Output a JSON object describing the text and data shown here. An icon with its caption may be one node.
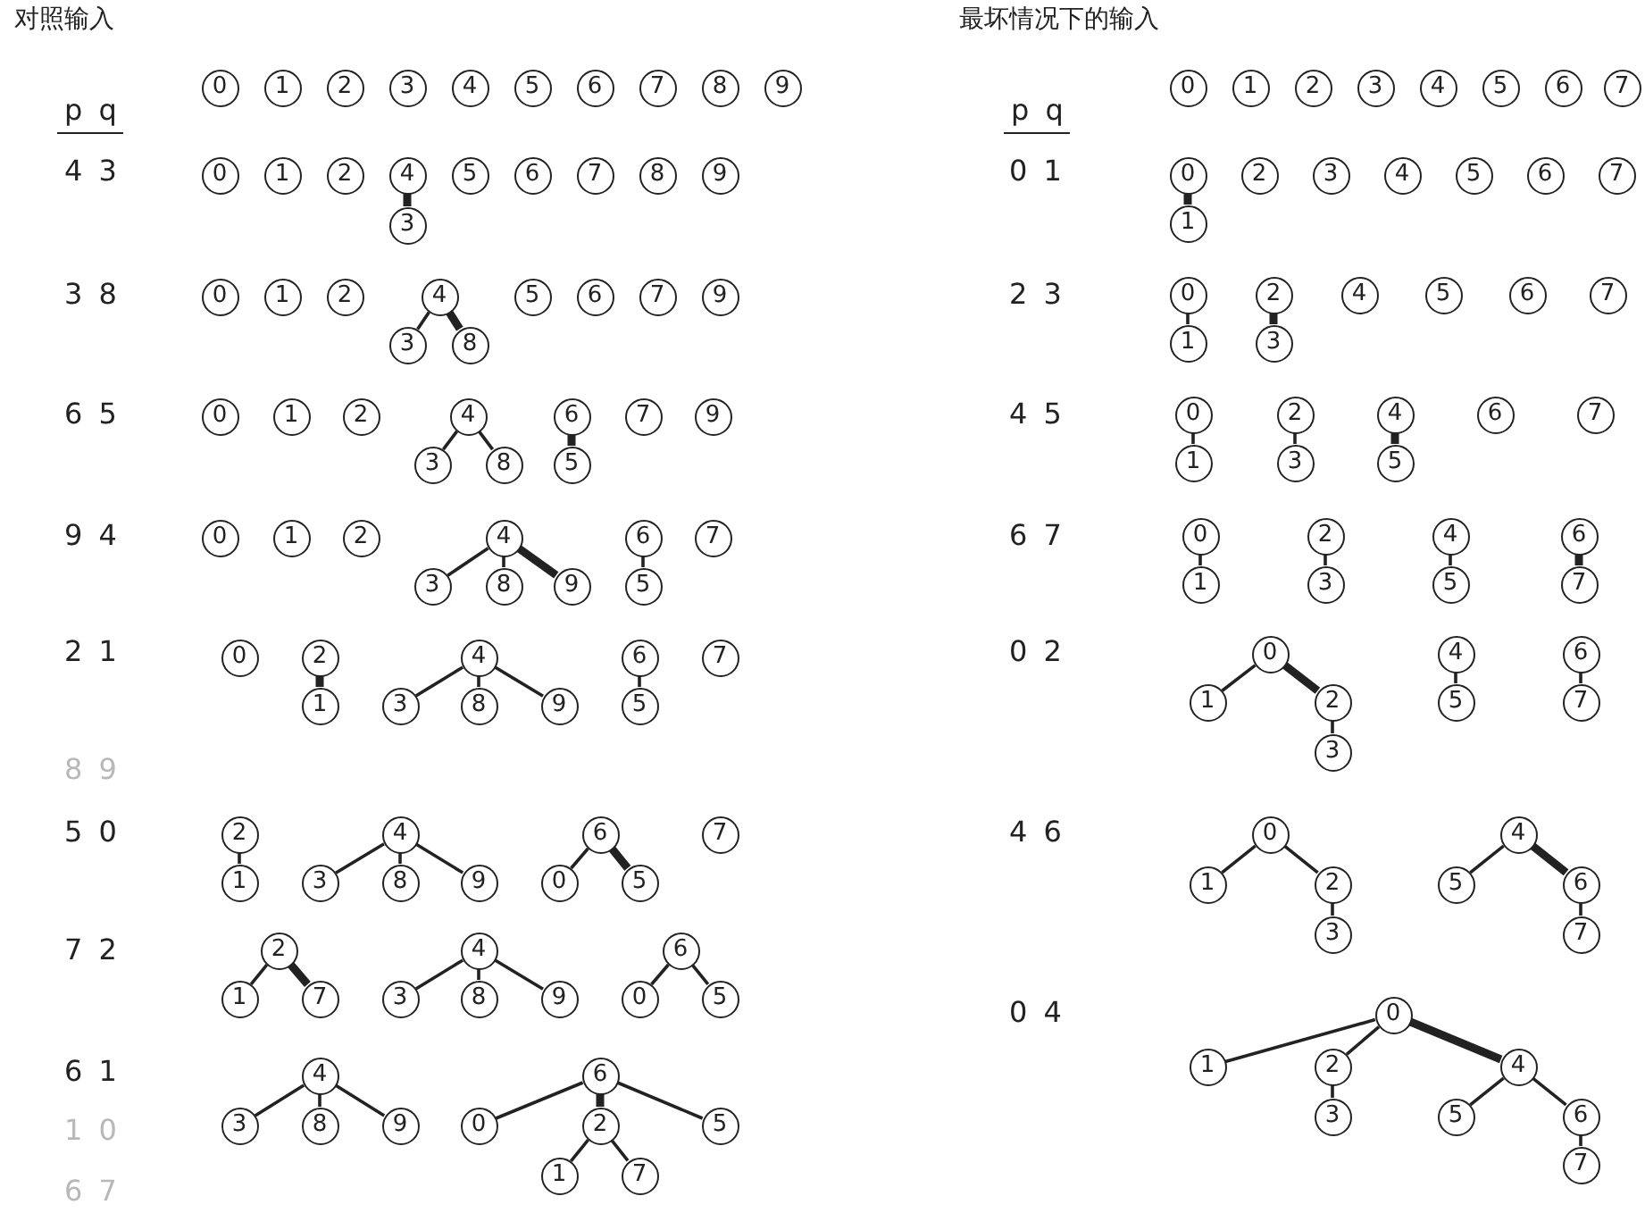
{
  "diagram": {
    "nodes": [
      {
        "text": [
          "0"
        ]
      },
      {
        "text": [
          "1"
        ]
      },
      {
        "text": [
          "2"
        ]
      },
      {
        "text": [
          "3"
        ]
      },
      {
        "text": [
          "4"
        ]
      },
      {
        "text": [
          "5"
        ]
      },
      {
        "text": [
          "6"
        ]
      },
      {
        "text": [
          "7"
        ]
      },
      {
        "text": [
          "8"
        ]
      },
      {
        "text": [
          "9"
        ]
      },
      {
        "text": [
          "0"
        ]
      },
      {
        "text": [
          "1"
        ]
      },
      {
        "text": [
          "2"
        ]
      },
      {
        "text": [
          "4"
        ]
      },
      {
        "text": [
          "5"
        ]
      },
      {
        "text": [
          "6"
        ]
      },
      {
        "text": [
          "7"
        ]
      },
      {
        "text": [
          "8"
        ]
      },
      {
        "text": [
          "9"
        ]
      },
      {
        "text": [
          "3"
        ]
      },
      {
        "text": [
          "0"
        ]
      },
      {
        "text": [
          "1"
        ]
      },
      {
        "text": [
          "2"
        ]
      },
      {
        "text": [
          "4"
        ]
      },
      {
        "text": [
          "5"
        ]
      },
      {
        "text": [
          "6"
        ]
      },
      {
        "text": [
          "7"
        ]
      },
      {
        "text": [
          "9"
        ]
      },
      {
        "text": [
          "3"
        ]
      },
      {
        "text": [
          "8"
        ]
      },
      {
        "text": [
          "0"
        ]
      },
      {
        "text": [
          "1"
        ]
      },
      {
        "text": [
          "2"
        ]
      },
      {
        "text": [
          "4"
        ]
      },
      {
        "text": [
          "6"
        ]
      },
      {
        "text": [
          "7"
        ]
      },
      {
        "text": [
          "9"
        ]
      },
      {
        "text": [
          "3"
        ]
      },
      {
        "text": [
          "8"
        ]
      },
      {
        "text": [
          "5"
        ]
      },
      {
        "text": [
          "0"
        ]
      },
      {
        "text": [
          "1"
        ]
      },
      {
        "text": [
          "2"
        ]
      },
      {
        "text": [
          "4"
        ]
      },
      {
        "text": [
          "6"
        ]
      },
      {
        "text": [
          "7"
        ]
      },
      {
        "text": [
          "3"
        ]
      },
      {
        "text": [
          "8"
        ]
      },
      {
        "text": [
          "9"
        ]
      },
      {
        "text": [
          "5"
        ]
      },
      {
        "text": [
          "0"
        ]
      },
      {
        "text": [
          "2"
        ]
      },
      {
        "text": [
          "4"
        ]
      },
      {
        "text": [
          "6"
        ]
      },
      {
        "text": [
          "7"
        ]
      },
      {
        "text": [
          "1"
        ]
      },
      {
        "text": [
          "3"
        ]
      },
      {
        "text": [
          "8"
        ]
      },
      {
        "text": [
          "9"
        ]
      },
      {
        "text": [
          "5"
        ]
      },
      {
        "text": [
          "2"
        ]
      },
      {
        "text": [
          "4"
        ]
      },
      {
        "text": [
          "6"
        ]
      },
      {
        "text": [
          "7"
        ]
      },
      {
        "text": [
          "1"
        ]
      },
      {
        "text": [
          "3"
        ]
      },
      {
        "text": [
          "8"
        ]
      },
      {
        "text": [
          "9"
        ]
      },
      {
        "text": [
          "0"
        ]
      },
      {
        "text": [
          "5"
        ]
      },
      {
        "text": [
          "2"
        ]
      },
      {
        "text": [
          "4"
        ]
      },
      {
        "text": [
          "6"
        ]
      },
      {
        "text": [
          "1"
        ]
      },
      {
        "text": [
          "7"
        ]
      },
      {
        "text": [
          "3"
        ]
      },
      {
        "text": [
          "8"
        ]
      },
      {
        "text": [
          "9"
        ]
      },
      {
        "text": [
          "0"
        ]
      },
      {
        "text": [
          "5"
        ]
      },
      {
        "text": [
          "4"
        ]
      },
      {
        "text": [
          "6"
        ]
      },
      {
        "text": [
          "3"
        ]
      },
      {
        "text": [
          "8"
        ]
      },
      {
        "text": [
          "9"
        ]
      },
      {
        "text": [
          "0"
        ]
      },
      {
        "text": [
          "2"
        ]
      },
      {
        "text": [
          "5"
        ]
      },
      {
        "text": [
          "1"
        ]
      },
      {
        "text": [
          "7"
        ]
      },
      {
        "text": [
          "0"
        ]
      },
      {
        "text": [
          "1"
        ]
      },
      {
        "text": [
          "2"
        ]
      },
      {
        "text": [
          "3"
        ]
      },
      {
        "text": [
          "4"
        ]
      },
      {
        "text": [
          "5"
        ]
      },
      {
        "text": [
          "6"
        ]
      },
      {
        "text": [
          "7"
        ]
      },
      {
        "text": [
          "0"
        ]
      },
      {
        "text": [
          "2"
        ]
      },
      {
        "text": [
          "3"
        ]
      },
      {
        "text": [
          "4"
        ]
      },
      {
        "text": [
          "5"
        ]
      },
      {
        "text": [
          "6"
        ]
      },
      {
        "text": [
          "7"
        ]
      },
      {
        "text": [
          "1"
        ]
      },
      {
        "text": [
          "0"
        ]
      },
      {
        "text": [
          "2"
        ]
      },
      {
        "text": [
          "4"
        ]
      },
      {
        "text": [
          "5"
        ]
      },
      {
        "text": [
          "6"
        ]
      },
      {
        "text": [
          "7"
        ]
      },
      {
        "text": [
          "1"
        ]
      },
      {
        "text": [
          "3"
        ]
      },
      {
        "text": [
          "0"
        ]
      },
      {
        "text": [
          "2"
        ]
      },
      {
        "text": [
          "4"
        ]
      },
      {
        "text": [
          "6"
        ]
      },
      {
        "text": [
          "7"
        ]
      },
      {
        "text": [
          "1"
        ]
      },
      {
        "text": [
          "3"
        ]
      },
      {
        "text": [
          "5"
        ]
      },
      {
        "text": [
          "0"
        ]
      },
      {
        "text": [
          "2"
        ]
      },
      {
        "text": [
          "4"
        ]
      },
      {
        "text": [
          "6"
        ]
      },
      {
        "text": [
          "1"
        ]
      },
      {
        "text": [
          "3"
        ]
      },
      {
        "text": [
          "5"
        ]
      },
      {
        "text": [
          "7"
        ]
      },
      {
        "text": [
          "0"
        ]
      },
      {
        "text": [
          "4"
        ]
      },
      {
        "text": [
          "6"
        ]
      },
      {
        "text": [
          "1"
        ]
      },
      {
        "text": [
          "2"
        ]
      },
      {
        "text": [
          "5"
        ]
      },
      {
        "text": [
          "7"
        ]
      },
      {
        "text": [
          "3"
        ]
      },
      {
        "text": [
          "0"
        ]
      },
      {
        "text": [
          "4"
        ]
      },
      {
        "text": [
          "1"
        ]
      },
      {
        "text": [
          "2"
        ]
      },
      {
        "text": [
          "5"
        ]
      },
      {
        "text": [
          "6"
        ]
      },
      {
        "text": [
          "3"
        ]
      },
      {
        "text": [
          "7"
        ]
      },
      {
        "text": [
          "0"
        ]
      },
      {
        "text": [
          "1"
        ]
      },
      {
        "text": [
          "2"
        ]
      },
      {
        "text": [
          "4"
        ]
      },
      {
        "text": [
          "3"
        ]
      },
      {
        "text": [
          "5"
        ]
      },
      {
        "text": [
          "6"
        ]
      },
      {
        "text": [
          "7"
        ]
      }
    ],
    "edges": [
      {
        "from": 13,
        "to": 19,
        "arrow": "none",
        "style": "thick"
      },
      {
        "from": 23,
        "to": 28,
        "arrow": "none"
      },
      {
        "from": 23,
        "to": 29,
        "arrow": "none",
        "style": "thick"
      },
      {
        "from": 33,
        "to": 37,
        "arrow": "none"
      },
      {
        "from": 33,
        "to": 38,
        "arrow": "none"
      },
      {
        "from": 34,
        "to": 39,
        "arrow": "none",
        "style": "thick"
      },
      {
        "from": 43,
        "to": 46,
        "arrow": "none"
      },
      {
        "from": 43,
        "to": 47,
        "arrow": "none"
      },
      {
        "from": 43,
        "to": 48,
        "arrow": "none",
        "style": "thick"
      },
      {
        "from": 44,
        "to": 49,
        "arrow": "none"
      },
      {
        "from": 51,
        "to": 55,
        "arrow": "none",
        "style": "thick"
      },
      {
        "from": 52,
        "to": 56,
        "arrow": "none"
      },
      {
        "from": 52,
        "to": 57,
        "arrow": "none"
      },
      {
        "from": 52,
        "to": 58,
        "arrow": "none"
      },
      {
        "from": 53,
        "to": 59,
        "arrow": "none"
      },
      {
        "from": 60,
        "to": 64,
        "arrow": "none"
      },
      {
        "from": 61,
        "to": 65,
        "arrow": "none"
      },
      {
        "from": 61,
        "to": 66,
        "arrow": "none"
      },
      {
        "from": 61,
        "to": 67,
        "arrow": "none"
      },
      {
        "from": 62,
        "to": 68,
        "arrow": "none"
      },
      {
        "from": 62,
        "to": 69,
        "arrow": "none",
        "style": "thick"
      },
      {
        "from": 70,
        "to": 73,
        "arrow": "none"
      },
      {
        "from": 70,
        "to": 74,
        "arrow": "none",
        "style": "thick"
      },
      {
        "from": 71,
        "to": 75,
        "arrow": "none"
      },
      {
        "from": 71,
        "to": 76,
        "arrow": "none"
      },
      {
        "from": 71,
        "to": 77,
        "arrow": "none"
      },
      {
        "from": 72,
        "to": 78,
        "arrow": "none"
      },
      {
        "from": 72,
        "to": 79,
        "arrow": "none"
      },
      {
        "from": 80,
        "to": 82,
        "arrow": "none"
      },
      {
        "from": 80,
        "to": 83,
        "arrow": "none"
      },
      {
        "from": 80,
        "to": 84,
        "arrow": "none"
      },
      {
        "from": 81,
        "to": 85,
        "arrow": "none"
      },
      {
        "from": 81,
        "to": 86,
        "arrow": "none",
        "style": "thick"
      },
      {
        "from": 81,
        "to": 87,
        "arrow": "none"
      },
      {
        "from": 86,
        "to": 88,
        "arrow": "none"
      },
      {
        "from": 86,
        "to": 89,
        "arrow": "none"
      },
      {
        "from": 98,
        "to": 105,
        "arrow": "none",
        "style": "thick"
      },
      {
        "from": 106,
        "to": 112,
        "arrow": "none"
      },
      {
        "from": 107,
        "to": 113,
        "arrow": "none",
        "style": "thick"
      },
      {
        "from": 114,
        "to": 119,
        "arrow": "none"
      },
      {
        "from": 115,
        "to": 120,
        "arrow": "none"
      },
      {
        "from": 116,
        "to": 121,
        "arrow": "none",
        "style": "thick"
      },
      {
        "from": 122,
        "to": 126,
        "arrow": "none"
      },
      {
        "from": 123,
        "to": 127,
        "arrow": "none"
      },
      {
        "from": 124,
        "to": 128,
        "arrow": "none"
      },
      {
        "from": 125,
        "to": 129,
        "arrow": "none",
        "style": "thick"
      },
      {
        "from": 130,
        "to": 133,
        "arrow": "none"
      },
      {
        "from": 130,
        "to": 134,
        "arrow": "none",
        "style": "thick"
      },
      {
        "from": 131,
        "to": 135,
        "arrow": "none"
      },
      {
        "from": 132,
        "to": 136,
        "arrow": "none"
      },
      {
        "from": 134,
        "to": 137,
        "arrow": "none"
      },
      {
        "from": 138,
        "to": 140,
        "arrow": "none"
      },
      {
        "from": 138,
        "to": 141,
        "arrow": "none"
      },
      {
        "from": 139,
        "to": 142,
        "arrow": "none"
      },
      {
        "from": 139,
        "to": 143,
        "arrow": "none",
        "style": "thick"
      },
      {
        "from": 141,
        "to": 144,
        "arrow": "none"
      },
      {
        "from": 143,
        "to": 145,
        "arrow": "none"
      },
      {
        "from": 146,
        "to": 147,
        "arrow": "none"
      },
      {
        "from": 146,
        "to": 148,
        "arrow": "none"
      },
      {
        "from": 146,
        "to": 149,
        "arrow": "none",
        "style": "thick"
      },
      {
        "from": 148,
        "to": 150,
        "arrow": "none"
      },
      {
        "from": 149,
        "to": 151,
        "arrow": "none"
      },
      {
        "from": 149,
        "to": 152,
        "arrow": "none"
      },
      {
        "from": 152,
        "to": 153,
        "arrow": "none"
      }
    ],
    "labels": [
      "对照输入",
      "p q",
      "4 3",
      "3 8",
      "6 5",
      "9 4",
      "2 1",
      "8 9",
      "5 0",
      "7 2",
      "6 1",
      "1 0",
      "6 7",
      "最坏情况下的输入",
      "p q",
      "0 1",
      "2 3",
      "4 5",
      "6 7",
      "0 2",
      "4 6",
      "0 4"
    ]
  }
}
